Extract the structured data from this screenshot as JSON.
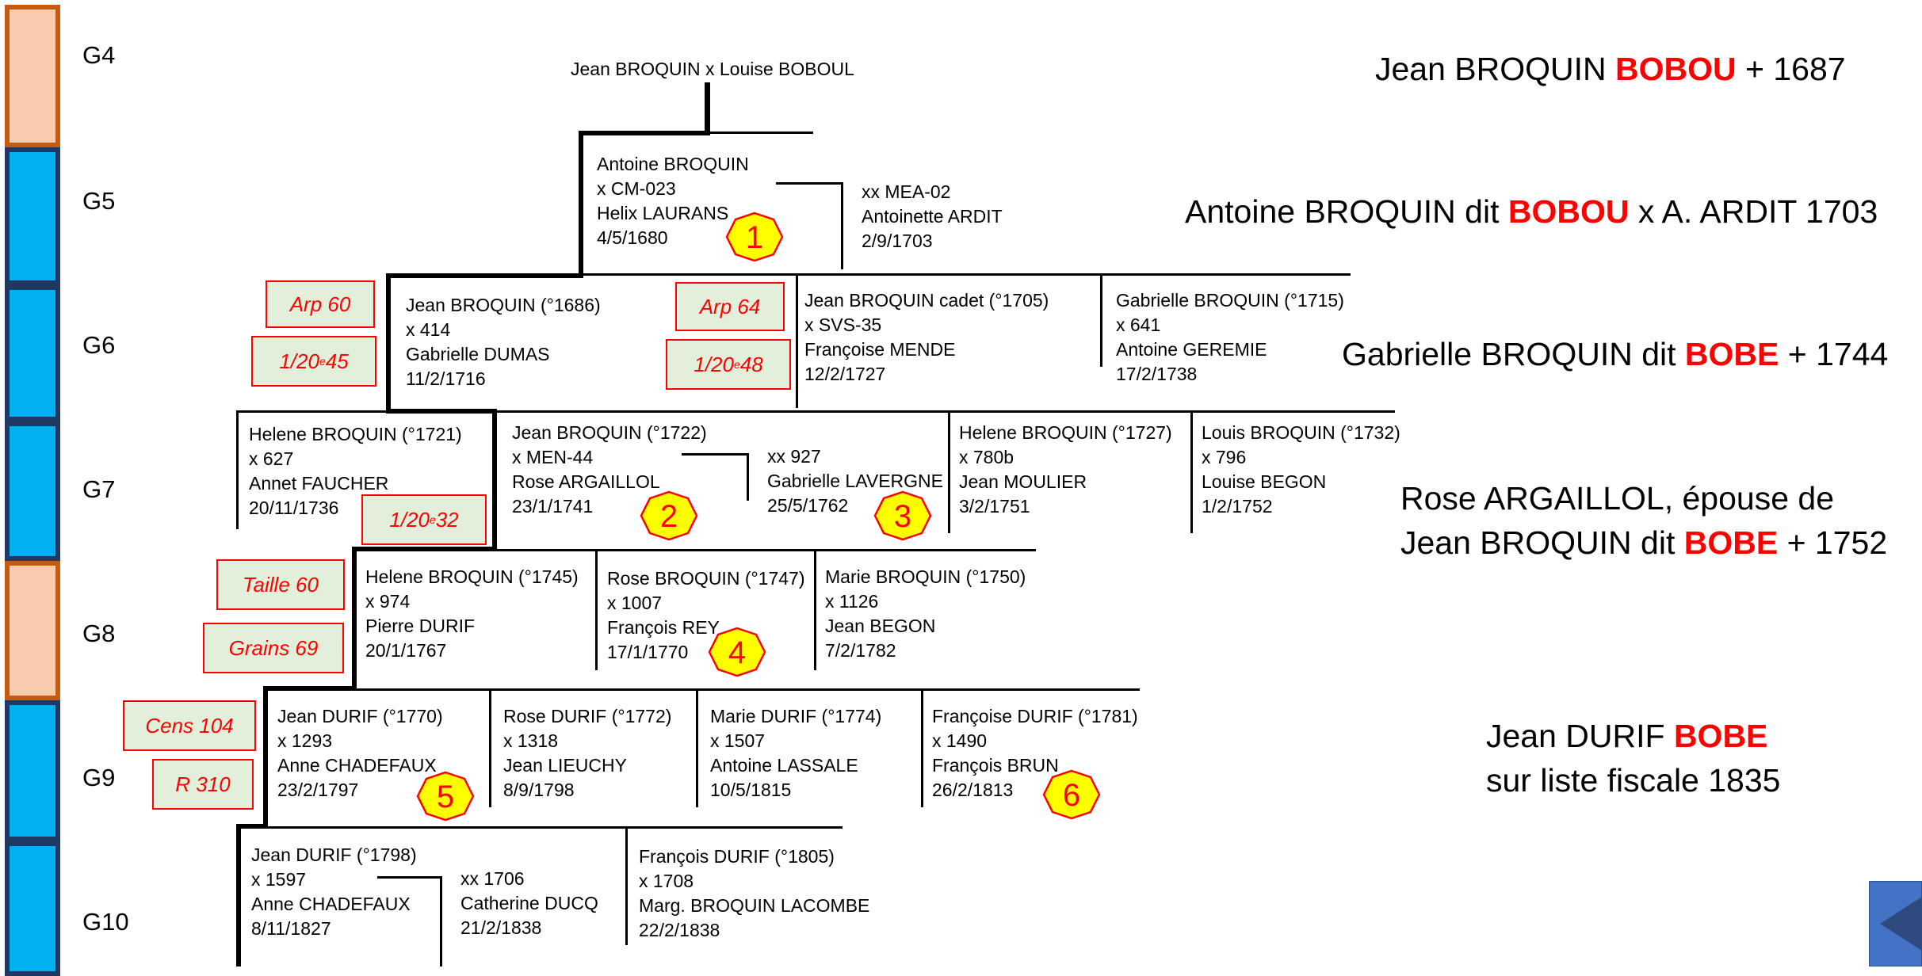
{
  "generations": [
    {
      "label": "G4",
      "color": "#f8cbad"
    },
    {
      "label": "G5",
      "color": "#00b0f0"
    },
    {
      "label": "G6",
      "color": "#00b0f0"
    },
    {
      "label": "G7",
      "color": "#00b0f0"
    },
    {
      "label": "G8",
      "color": "#f8cbad"
    },
    {
      "label": "G9",
      "color": "#00b0f0"
    },
    {
      "label": "G10",
      "color": "#00b0f0"
    }
  ],
  "titles": {
    "g4": {
      "before": "Jean BROQUIN ",
      "highlight": "BOBOU",
      "after": " + 1687"
    },
    "g5": {
      "before": "Antoine BROQUIN dit ",
      "highlight": "BOBOU",
      "after": " x A. ARDIT 1703"
    },
    "g6": {
      "before": "Gabrielle BROQUIN dit ",
      "highlight": "BOBE",
      "after": " + 1744"
    },
    "g7_line1": "Rose ARGAILLOL, épouse de",
    "g7_line2": {
      "before": "Jean BROQUIN dit ",
      "highlight": "BOBE",
      "after": " + 1752"
    },
    "g9_line1": {
      "before": "Jean DURIF ",
      "highlight": "BOBE"
    },
    "g9_line2": "sur liste fiscale 1835"
  },
  "root": "Jean BROQUIN x Louise BOBOUL",
  "people": {
    "antoine": [
      "Antoine BROQUIN",
      "x CM-023",
      "Helix LAURANS",
      "4/5/1680"
    ],
    "antoinette": [
      "xx MEA-02",
      "Antoinette ARDIT",
      "2/9/1703"
    ],
    "jean1686": [
      "Jean BROQUIN (°1686)",
      "x 414",
      "Gabrielle DUMAS",
      "11/2/1716"
    ],
    "jean1705": [
      "Jean BROQUIN  cadet (°1705)",
      "x SVS-35",
      "Françoise MENDE",
      "12/2/1727"
    ],
    "gabrielle1715": [
      "Gabrielle BROQUIN (°1715)",
      "x 641",
      "Antoine GEREMIE",
      "17/2/1738"
    ],
    "helene1721": [
      "Helene BROQUIN (°1721)",
      "x 627",
      "Annet FAUCHER",
      "20/11/1736"
    ],
    "jean1722": [
      "Jean BROQUIN (°1722)",
      "x MEN-44",
      "Rose ARGAILLOL",
      "23/1/1741"
    ],
    "gabrielleLav": [
      "xx 927",
      "Gabrielle LAVERGNE",
      "25/5/1762"
    ],
    "helene1727": [
      "Helene BROQUIN (°1727)",
      "x 780b",
      "Jean MOULIER",
      "3/2/1751"
    ],
    "louis1732": [
      "Louis BROQUIN (°1732)",
      "x 796",
      "Louise BEGON",
      "1/2/1752"
    ],
    "helene1745": [
      "Helene BROQUIN (°1745)",
      "x 974",
      "Pierre DURIF",
      "20/1/1767"
    ],
    "rose1747": [
      "Rose BROQUIN (°1747)",
      "x 1007",
      "François REY",
      "17/1/1770"
    ],
    "marie1750": [
      "Marie BROQUIN (°1750)",
      "x 1126",
      "Jean BEGON",
      "7/2/1782"
    ],
    "jean1770": [
      "Jean DURIF (°1770)",
      "x 1293",
      "Anne CHADEFAUX",
      "23/2/1797"
    ],
    "rose1772": [
      "Rose DURIF (°1772)",
      "x 1318",
      "Jean LIEUCHY",
      "8/9/1798"
    ],
    "marie1774": [
      "Marie DURIF (°1774)",
      "x 1507",
      "Antoine LASSALE",
      "10/5/1815"
    ],
    "francoise1781": [
      "Françoise DURIF (°1781)",
      "x 1490",
      "François BRUN",
      "26/2/1813"
    ],
    "jean1798": [
      "Jean DURIF (°1798)",
      "x 1597",
      "Anne CHADEFAUX",
      "8/11/1827"
    ],
    "catherine": [
      "xx 1706",
      "Catherine DUCQ",
      "21/2/1838"
    ],
    "francois1805": [
      "François DURIF (°1805)",
      "x 1708",
      "Marg. BROQUIN LACOMBE",
      "22/2/1838"
    ]
  },
  "tags": {
    "arp60": "Arp 60",
    "t45_prefix": "1/20",
    "t45_sup": "e",
    "t45_num": " 45",
    "arp64": "Arp 64",
    "t48_prefix": "1/20",
    "t48_sup": "e",
    "t48_num": " 48",
    "t32_prefix": "1/20",
    "t32_sup": "e",
    "t32_num": " 32",
    "taille60": "Taille 60",
    "grains69": "Grains 69",
    "cens104": "Cens 104",
    "r310": "R 310"
  },
  "badges": [
    "1",
    "2",
    "3",
    "4",
    "5",
    "6"
  ],
  "colors": {
    "badge_fill": "#ffff00",
    "badge_stroke": "#ff0000",
    "highlight": "#ff0000",
    "tag_bg": "#e2efda",
    "nav": "#4472c4"
  }
}
